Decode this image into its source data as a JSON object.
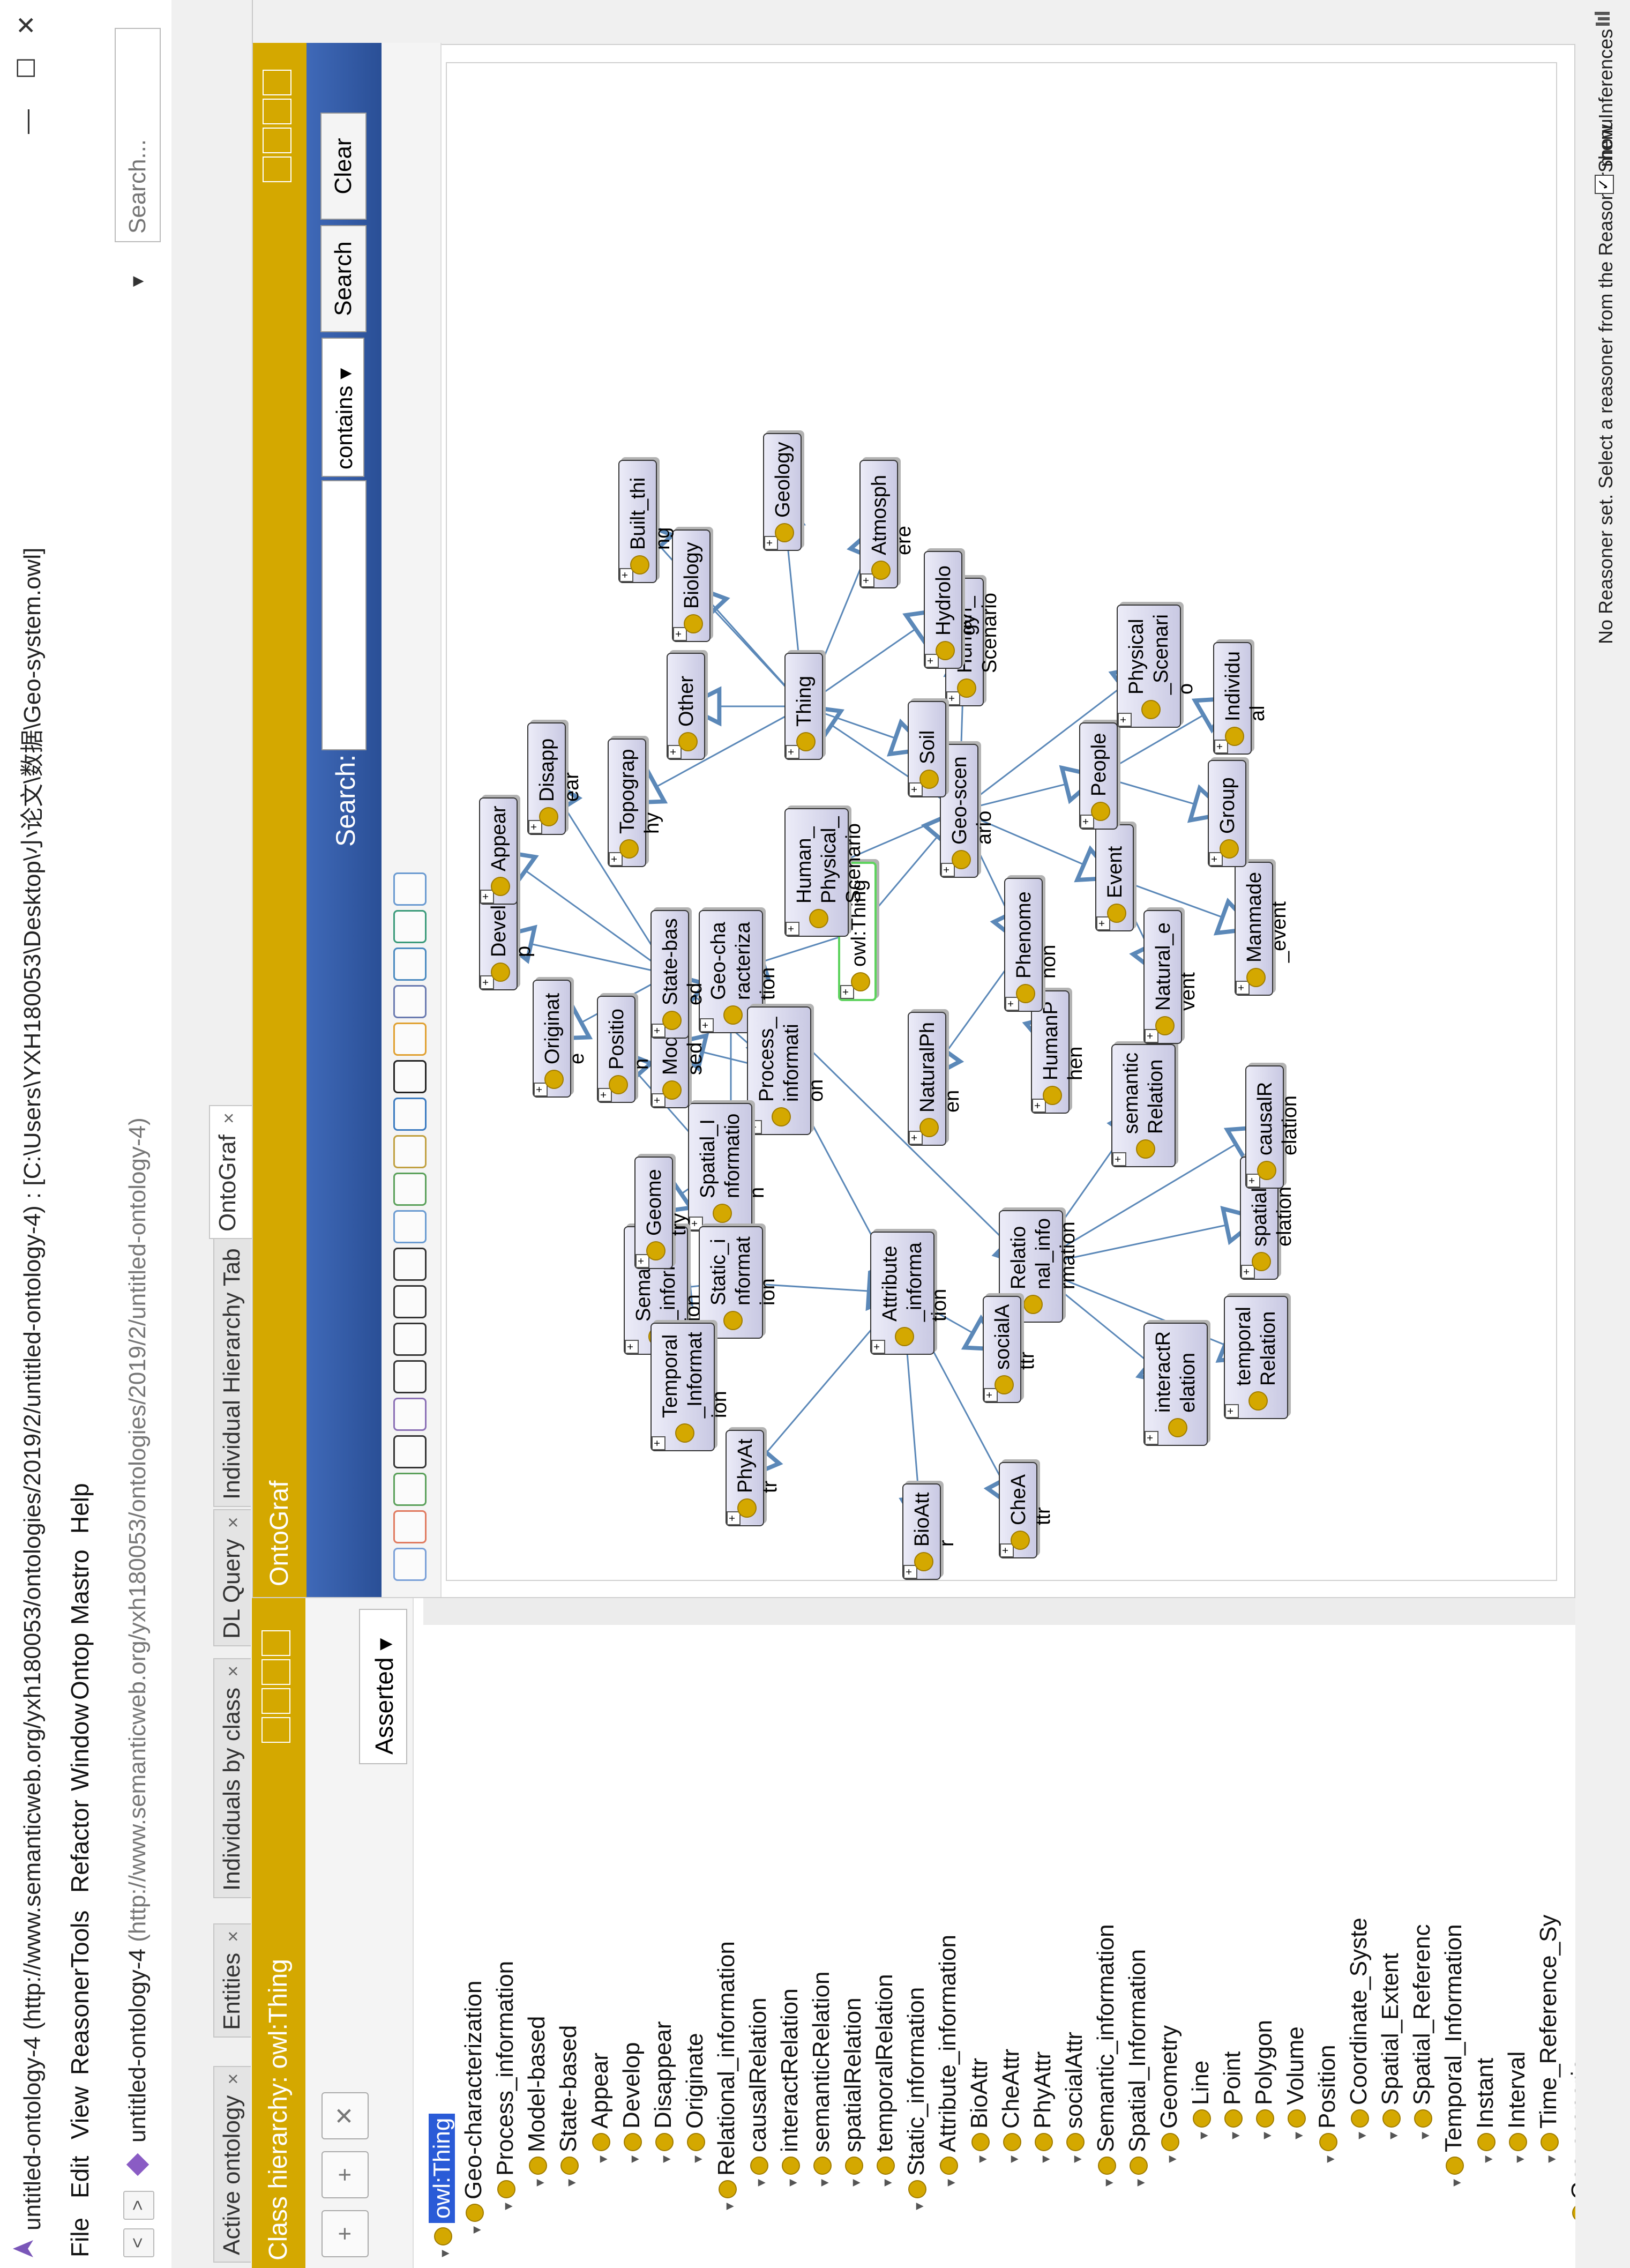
{
  "window": {
    "title": "untitled-ontology-4 (http://www.semanticweb.org/yxh180053/ontologies/2019/2/untitled-ontology-4) : [C:\\Users\\YXH180053\\Desktop\\小论文\\数据\\Geo-system.owl]",
    "minimize": "—",
    "maximize": "☐",
    "close": "✕"
  },
  "menu": [
    "File",
    "Edit",
    "View",
    "Reasoner",
    "Tools",
    "Refactor",
    "Window",
    "Ontop",
    "Mastro",
    "Help"
  ],
  "address": {
    "back": "<",
    "forward": ">",
    "ontology_name": "untitled-ontology-4",
    "ontology_iri": "(http://www.semanticweb.org/yxh180053/ontologies/2019/2/untitled-ontology-4)",
    "dropdown_arrow": "▼",
    "search_placeholder": "Search..."
  },
  "tabs": [
    {
      "label": "Active ontology",
      "close": "×"
    },
    {
      "label": "Entities",
      "close": "×"
    },
    {
      "label": "Individuals by class",
      "close": "×"
    },
    {
      "label": "DL Query",
      "close": "×"
    },
    {
      "label": "Individual Hierarchy Tab",
      "close": "×"
    },
    {
      "label": "OntoGraf",
      "close": "×"
    }
  ],
  "left_panel": {
    "title": "Class hierarchy: owl:Thing",
    "asserted": "Asserted ▾",
    "tree": [
      {
        "label": "owl:Thing",
        "depth": 0,
        "selected": true
      },
      {
        "label": "Geo-characterization",
        "depth": 1
      },
      {
        "label": "Process_information",
        "depth": 2
      },
      {
        "label": "Model-based",
        "depth": 3
      },
      {
        "label": "State-based",
        "depth": 3
      },
      {
        "label": "Appear",
        "depth": 4
      },
      {
        "label": "Develop",
        "depth": 4
      },
      {
        "label": "Disappear",
        "depth": 4
      },
      {
        "label": "Originate",
        "depth": 4
      },
      {
        "label": "Relational_information",
        "depth": 2
      },
      {
        "label": "causalRelation",
        "depth": 3
      },
      {
        "label": "interactRelation",
        "depth": 3
      },
      {
        "label": "semanticRelation",
        "depth": 3
      },
      {
        "label": "spatialRelation",
        "depth": 3
      },
      {
        "label": "temporalRelation",
        "depth": 3
      },
      {
        "label": "Static_information",
        "depth": 2
      },
      {
        "label": "Attribute_information",
        "depth": 3
      },
      {
        "label": "BioAttr",
        "depth": 4
      },
      {
        "label": "CheAttr",
        "depth": 4
      },
      {
        "label": "PhyAttr",
        "depth": 4
      },
      {
        "label": "socialAttr",
        "depth": 4
      },
      {
        "label": "Semantic_information",
        "depth": 3
      },
      {
        "label": "Spatial_Information",
        "depth": 3
      },
      {
        "label": "Geometry",
        "depth": 4
      },
      {
        "label": "Line",
        "depth": 5
      },
      {
        "label": "Point",
        "depth": 5
      },
      {
        "label": "Polygon",
        "depth": 5
      },
      {
        "label": "Volume",
        "depth": 5
      },
      {
        "label": "Position",
        "depth": 4
      },
      {
        "label": "Coordinate_Syste",
        "depth": 5
      },
      {
        "label": "Spatial_Extent",
        "depth": 5
      },
      {
        "label": "Spatial_Referenc",
        "depth": 5
      },
      {
        "label": "Temporal_Information",
        "depth": 3
      },
      {
        "label": "Instant",
        "depth": 4
      },
      {
        "label": "Interval",
        "depth": 4
      },
      {
        "label": "Time_Reference_Sy",
        "depth": 4
      },
      {
        "label": "Geo-scenario",
        "depth": 1
      }
    ]
  },
  "right_panel": {
    "title": "OntoGraf",
    "search_label": "Search:",
    "contains": "contains",
    "search_button": "Search",
    "clear_button": "Clear"
  },
  "graph": {
    "nodes": [
      {
        "id": "owl-thing",
        "label": "owl:Thing",
        "root": true
      },
      {
        "id": "geo-characterization",
        "label": "Geo-characterization"
      },
      {
        "id": "process-information",
        "label": "Process_information"
      },
      {
        "id": "spatial-information",
        "label": "Spatial_Information"
      },
      {
        "id": "static-information",
        "label": "Static_information"
      },
      {
        "id": "attribute-information",
        "label": "Attribute_information"
      },
      {
        "id": "relational-information",
        "label": "Relational_information"
      },
      {
        "id": "semantic-information",
        "label": "Semantic_information"
      },
      {
        "id": "temporal-information",
        "label": "Temporal_Information"
      },
      {
        "id": "geometry",
        "label": "Geometry"
      },
      {
        "id": "position",
        "label": "Position"
      },
      {
        "id": "model-based",
        "label": "Model-based"
      },
      {
        "id": "originate",
        "label": "Originate"
      },
      {
        "id": "state-based",
        "label": "State-based"
      },
      {
        "id": "develop",
        "label": "Develop"
      },
      {
        "id": "appear",
        "label": "Appear"
      },
      {
        "id": "disappear",
        "label": "Disappear"
      },
      {
        "id": "phyattr",
        "label": "PhyAttr"
      },
      {
        "id": "bioattr",
        "label": "BioAttr"
      },
      {
        "id": "cheattr",
        "label": "CheAttr"
      },
      {
        "id": "socialattr",
        "label": "socialAttr"
      },
      {
        "id": "interactrelation",
        "label": "interactRelation"
      },
      {
        "id": "temporalrelation",
        "label": "temporalRelation"
      },
      {
        "id": "spatialrelation",
        "label": "spatialRelation"
      },
      {
        "id": "causalrelation",
        "label": "causalRelation"
      },
      {
        "id": "semanticrelation",
        "label": "semanticRelation"
      },
      {
        "id": "naturalphen",
        "label": "NaturalPhen"
      },
      {
        "id": "humanphen",
        "label": "HumanPhen"
      },
      {
        "id": "phenomenon",
        "label": "Phenomenon"
      },
      {
        "id": "natural-event",
        "label": "Natural_event"
      },
      {
        "id": "manmade-event",
        "label": "Manmade_event"
      },
      {
        "id": "event",
        "label": "Event"
      },
      {
        "id": "geo-scenario",
        "label": "Geo-scenario"
      },
      {
        "id": "human-physical-scenario",
        "label": "Human_Physical_Scenario"
      },
      {
        "id": "people",
        "label": "People"
      },
      {
        "id": "group",
        "label": "Group"
      },
      {
        "id": "individual",
        "label": "Individual"
      },
      {
        "id": "physical-scenario",
        "label": "Physical_Scenario"
      },
      {
        "id": "human-scenario",
        "label": "Human_Scenario"
      },
      {
        "id": "thing",
        "label": "Thing"
      },
      {
        "id": "topography",
        "label": "Topography"
      },
      {
        "id": "soil",
        "label": "Soil"
      },
      {
        "id": "other",
        "label": "Other"
      },
      {
        "id": "biology",
        "label": "Biology"
      },
      {
        "id": "built-thing",
        "label": "Built_thing"
      },
      {
        "id": "geology",
        "label": "Geology"
      },
      {
        "id": "atmosphere",
        "label": "Atmosphere"
      },
      {
        "id": "hydrology",
        "label": "Hydrology"
      }
    ],
    "edges": [
      [
        "owl-thing",
        "geo-characterization"
      ],
      [
        "owl-thing",
        "geo-scenario"
      ],
      [
        "geo-characterization",
        "process-information"
      ],
      [
        "geo-characterization",
        "static-information"
      ],
      [
        "geo-characterization",
        "attribute-information"
      ],
      [
        "geo-characterization",
        "relational-information"
      ],
      [
        "process-information",
        "model-based"
      ],
      [
        "process-information",
        "state-based"
      ],
      [
        "state-based",
        "originate"
      ],
      [
        "state-based",
        "develop"
      ],
      [
        "state-based",
        "appear"
      ],
      [
        "state-based",
        "disappear"
      ],
      [
        "static-information",
        "spatial-information"
      ],
      [
        "static-information",
        "semantic-information"
      ],
      [
        "static-information",
        "temporal-information"
      ],
      [
        "static-information",
        "attribute-information"
      ],
      [
        "spatial-information",
        "geometry"
      ],
      [
        "spatial-information",
        "position"
      ],
      [
        "attribute-information",
        "phyattr"
      ],
      [
        "attribute-information",
        "bioattr"
      ],
      [
        "attribute-information",
        "cheattr"
      ],
      [
        "attribute-information",
        "socialattr"
      ],
      [
        "relational-information",
        "interactrelation"
      ],
      [
        "relational-information",
        "temporalrelation"
      ],
      [
        "relational-information",
        "spatialrelation"
      ],
      [
        "relational-information",
        "causalrelation"
      ],
      [
        "relational-information",
        "semanticrelation"
      ],
      [
        "geo-scenario",
        "phenomenon"
      ],
      [
        "geo-scenario",
        "event"
      ],
      [
        "geo-scenario",
        "people"
      ],
      [
        "geo-scenario",
        "human-physical-scenario"
      ],
      [
        "geo-scenario",
        "thing"
      ],
      [
        "geo-scenario",
        "physical-scenario"
      ],
      [
        "geo-scenario",
        "human-scenario"
      ],
      [
        "phenomenon",
        "naturalphen"
      ],
      [
        "phenomenon",
        "humanphen"
      ],
      [
        "event",
        "natural-event"
      ],
      [
        "event",
        "manmade-event"
      ],
      [
        "people",
        "group"
      ],
      [
        "people",
        "individual"
      ],
      [
        "thing",
        "topography"
      ],
      [
        "thing",
        "soil"
      ],
      [
        "thing",
        "other"
      ],
      [
        "thing",
        "biology"
      ],
      [
        "thing",
        "built-thing"
      ],
      [
        "thing",
        "geology"
      ],
      [
        "thing",
        "atmosphere"
      ],
      [
        "thing",
        "hydrology"
      ]
    ]
  },
  "status": {
    "message": "No Reasoner set. Select a reasoner from the Reasoner menu",
    "check": "✓",
    "show_inferences": "Show Inferences"
  }
}
